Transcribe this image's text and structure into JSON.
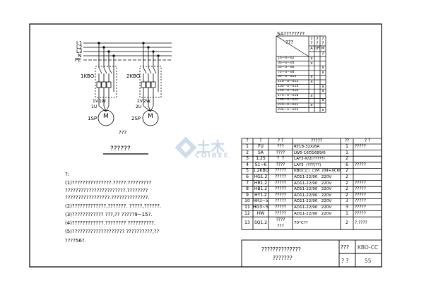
{
  "circuit": {
    "phase_labels": [
      "L1",
      "L2",
      "L3",
      "N",
      "PE"
    ],
    "breaker_labels": [
      "1KBO",
      "2KBO"
    ],
    "motor_labels": [
      "1SP",
      "2SP"
    ],
    "terminal_labels_1": [
      "1U",
      "1V",
      "1W"
    ],
    "terminal_labels_2": [
      "2U",
      "2V",
      "2W"
    ],
    "motor_symbol": "M",
    "caption": "???",
    "title": "??????"
  },
  "switch_table": {
    "title": "SA????????",
    "header_left": "???",
    "header_cols": [
      "?",
      "?",
      "?"
    ],
    "header_sub": [
      "?",
      "?",
      "?"
    ],
    "header_bottom": [
      "A",
      "OFF",
      "M"
    ],
    "header_bottom2": [
      "",
      "",
      "2"
    ],
    "rows": [
      {
        "label": "1o—o—o2",
        "marks": [
          "x",
          "",
          ""
        ]
      },
      {
        "label": "3o—o—o4",
        "marks": [
          "x",
          "",
          ""
        ]
      },
      {
        "label": "5o—o—o6",
        "marks": [
          "",
          "",
          "x"
        ]
      },
      {
        "label": "7o—o—o8",
        "marks": [
          "",
          "",
          "x"
        ]
      },
      {
        "label": "9o—o—o10",
        "marks": [
          "x",
          "",
          ""
        ]
      },
      {
        "label": "11o—o—o12",
        "marks": [
          "x",
          "",
          ""
        ]
      },
      {
        "label": "13o—o—o14",
        "marks": [
          "",
          "",
          "x"
        ]
      },
      {
        "label": "15o—o—o16",
        "marks": [
          "",
          "",
          "x"
        ]
      },
      {
        "label": "17o—o—o18",
        "marks": [
          "x",
          "",
          ""
        ]
      },
      {
        "label": "19o—o—o20",
        "marks": [
          "",
          "",
          "x"
        ]
      },
      {
        "label": "21o—o—o22",
        "marks": [
          "x",
          "",
          ""
        ]
      },
      {
        "label": "23o—o—o24",
        "marks": [
          "",
          "",
          "x"
        ]
      }
    ]
  },
  "notes": {
    "heading": "?:",
    "lines": [
      "(1)???????????????.?????.?????????",
      "   ???????????????????????.????????",
      "   ?????????????????.??????????????.",
      "(2)?????????????,???????.                ?????,??????.",
      "(3)????????????                  ???,??        ?????9~15?.",
      "(4)????????????.????????                   ??????????.",
      "(5)????????????????????                  ??????????,??",
      "   ????56?."
    ]
  },
  "parts_table": {
    "headers": [
      "?",
      "?",
      "?  ?",
      "?????",
      "??",
      "?  ?"
    ],
    "rows": [
      [
        "1",
        "FU",
        "???",
        "RT18-32X/6A",
        "1",
        "?????"
      ],
      [
        "2",
        "SA",
        "????",
        "LW5-16D1689/6",
        "1",
        ""
      ],
      [
        "3",
        "1.2S",
        "?  ?",
        "LAY3-X/2(?????)",
        "2",
        ""
      ],
      [
        "4",
        "S1~6",
        "????",
        "LAY3  (???|??)",
        "6",
        "?????"
      ],
      [
        "5",
        "1.2KBO",
        "?????",
        "KBO□□  □M  /09+XC6M",
        "2",
        ""
      ],
      [
        "6",
        "HG1.2",
        "?????",
        "AD11-22/90   220V",
        "2",
        ""
      ],
      [
        "7",
        "HR1.2",
        "?????",
        "AD11-22/90   220V",
        "2",
        "?????"
      ],
      [
        "8",
        "HB1.2",
        "?????",
        "AD11-22/90   220V",
        "2",
        "?????"
      ],
      [
        "9",
        "HY1.2",
        "?????",
        "AD11-22/90   220V",
        "2",
        "?????"
      ],
      [
        "10",
        "HR3~5",
        "?????",
        "AD11-22/90   220V",
        "3",
        "?????"
      ],
      [
        "11",
        "HG3~5",
        "?????",
        "AD11-22/90   220V",
        "3",
        "?????"
      ],
      [
        "12",
        "HW",
        "?????",
        "AD11-22/90   220V",
        "1",
        "?????"
      ],
      [
        "13",
        "SQ1.2",
        "????\n???",
        "70°C??",
        "2",
        "?.????"
      ]
    ]
  },
  "title_block": {
    "drawing_title_1": "??????????????",
    "drawing_title_2": "???????",
    "label_tuhao": "???",
    "value_tuhao": "KBO-CC",
    "label_page": "?  ?",
    "value_page": "55"
  },
  "watermark": {
    "text_main": "土木",
    "text_sub": "COIBEE"
  },
  "colors": {
    "line": "#000000",
    "watermark": "#c9d9ea",
    "table_line": "#000000"
  }
}
